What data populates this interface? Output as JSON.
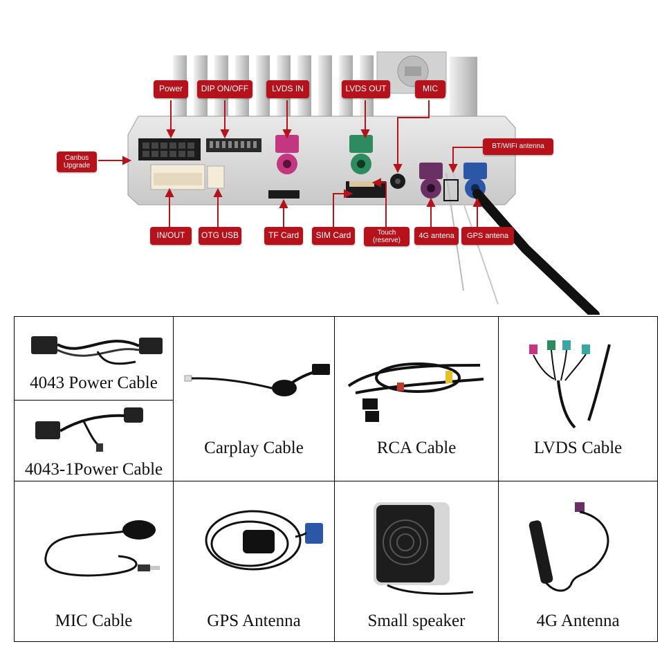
{
  "labels": {
    "power": "Power",
    "dip": "DIP ON/OFF",
    "lvds_in": "LVDS IN",
    "lvds_out": "LVDS OUT",
    "mic": "MIC",
    "canbus_line1": "Canbus",
    "canbus_line2": "Upgrade",
    "bt_wifi": "BT/WIFI antenna",
    "in_out": "IN/OUT",
    "otg_usb": "OTG USB",
    "tf_card": "TF Card",
    "sim_card": "SIM Card",
    "touch_line1": "Touch",
    "touch_line2": "(reserve)",
    "antena_4g": "4G antena",
    "gps_antena": "GPS antena"
  },
  "products": [
    {
      "caption": "4043 Power Cable"
    },
    {
      "caption": "4043-1Power Cable"
    },
    {
      "caption": "Carplay Cable"
    },
    {
      "caption": "RCA Cable"
    },
    {
      "caption": "LVDS Cable"
    },
    {
      "caption": "MIC Cable"
    },
    {
      "caption": "GPS Antenna"
    },
    {
      "caption": "Small speaker"
    },
    {
      "caption": "4G Antenna"
    }
  ],
  "colors": {
    "label_red": "#b5121b",
    "housing_gray": "#d8d8d8",
    "lvds_in_pink": "#c2377f",
    "lvds_out_green": "#2e8a5f",
    "antenna_4g_purple": "#6a2f63",
    "antenna_gps_blue": "#2c57a6"
  }
}
